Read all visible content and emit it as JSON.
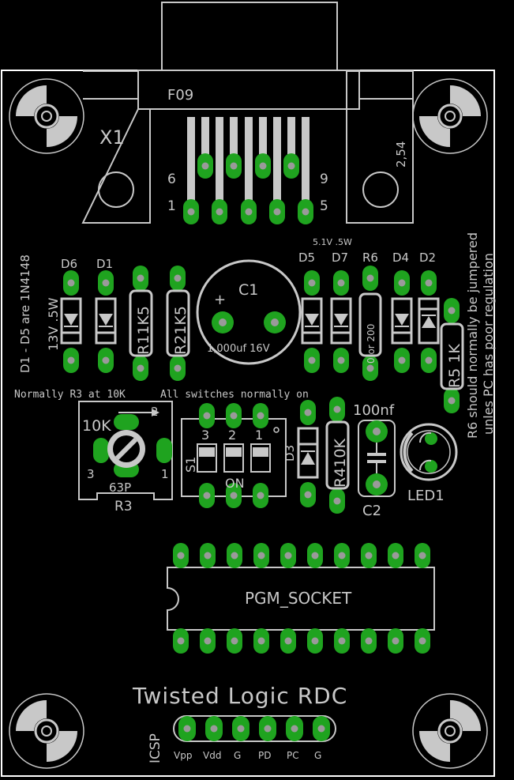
{
  "colors": {
    "background": "#000000",
    "silk": "#c8c8c8",
    "pad": "#1fa31f",
    "pad_hole": "#9a9a9a"
  },
  "connector": {
    "ref": "X1",
    "part": "F09",
    "pitch": "2,54",
    "pin6": "6",
    "pin9": "9",
    "pin1": "1",
    "pin5": "5"
  },
  "notes": {
    "diodes": "D1 - D5 are 1N4148",
    "zener_spec": "5.1V .5W",
    "r3": "Normally R3 at 10K",
    "switches": "All switches normally on",
    "r6_line1": "R6 should normally be jumpered",
    "r6_line2": "unles PC has poor regulation"
  },
  "diodes": {
    "d6": "D6",
    "d1": "D1",
    "d5": "D5",
    "d7": "D7",
    "d4": "D4",
    "d2": "D2",
    "d3": "D3",
    "d6_value": "13V .5W"
  },
  "resistors": {
    "r1": "R11K5",
    "r2": "R21K5",
    "r4": "R410K",
    "r5": "R5 1K",
    "r6": "R6",
    "r6_value": "0 or 200"
  },
  "capacitors": {
    "c1": "C1",
    "c1_value": "1,000uf 16V",
    "c1_polarity": "+",
    "c2": "C2",
    "c2_value": "100nf"
  },
  "trimmer": {
    "ref": "R3",
    "value": "10K",
    "part": "63P",
    "pin1": "1",
    "pin2": "2",
    "pin3": "3"
  },
  "switch": {
    "ref": "S1",
    "state": "ON",
    "sw1": "1",
    "sw2": "2",
    "sw3": "3"
  },
  "led": {
    "ref": "LED1"
  },
  "socket": {
    "label": "PGM_SOCKET"
  },
  "board": {
    "title": "Twisted Logic RDC"
  },
  "icsp": {
    "label": "ICSP",
    "pins": [
      "Vpp",
      "Vdd",
      "G",
      "PD",
      "PC",
      "G"
    ]
  }
}
